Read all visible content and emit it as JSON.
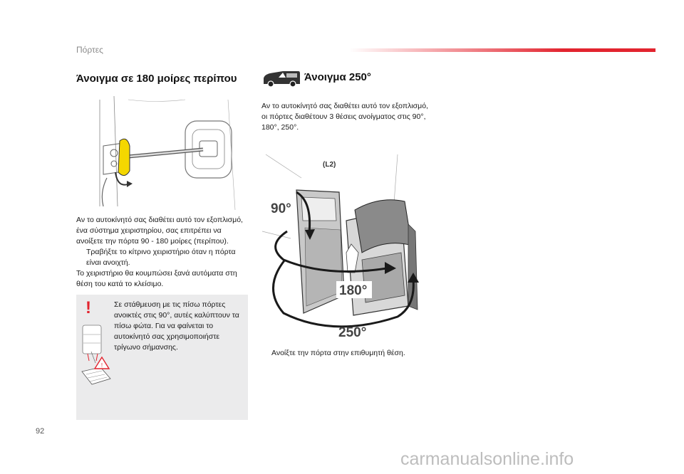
{
  "header": {
    "section": "Πόρτες"
  },
  "left": {
    "title": "Άνοιγμα σε 180 μοίρες περίπου",
    "intro": "Αν το αυτοκίνητό σας διαθέτει αυτό τον εξοπλισμό, ένα σύστημα χειριστηρίου, σας επιτρέπει να ανοίξετε την πόρτα 90 - 180 μοίρες (περίπου).",
    "bullet_marker": "",
    "bullet": "Τραβήξτε το κίτρινο χειριστήριο όταν η πόρτα είναι ανοιχτή.",
    "after": "Το χειριστήριο θα κουμπώσει ξανά αυτόματα στη θέση του κατά το κλείσιμο."
  },
  "note": {
    "icon": "exclamation-icon",
    "mark": "!",
    "text": "Σε στάθμευση με τις πίσω πόρτες ανοικτές στις 90°, αυτές καλύπτουν τα πίσω φώτα. Για να φαίνεται το αυτοκίνητό σας χρησιμοποιήστε τρίγωνο σήμανσης.",
    "accent": "#e2242f"
  },
  "right": {
    "title": "Άνοιγμα 250°",
    "intro": "Αν το αυτοκίνητό σας διαθέτει αυτό τον εξοπλισμό, οι πόρτες διαθέτουν 3 θέσεις ανοίγματος στις 90°, 180°, 250°.",
    "diagram": {
      "model_label": "(L2)",
      "angles": [
        "90°",
        "180°",
        "250°"
      ]
    },
    "bullet_marker": "",
    "bullet": "Ανοίξτε την πόρτα στην επιθυμητή θέση."
  },
  "footer": {
    "page_number": "92",
    "watermark": "carmanualsonline.info"
  },
  "colors": {
    "accent_red": "#e2242f",
    "note_bg": "#ebebec",
    "handle_yellow": "#f4d700"
  }
}
